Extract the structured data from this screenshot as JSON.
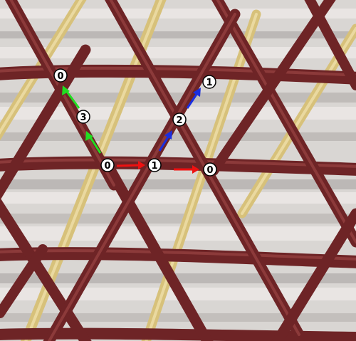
{
  "colors": {
    "background": "#d9d6d3",
    "stripe_light": "#ece9e7",
    "stripe_dark": "#9a9593",
    "brown_cord": "#6e2426",
    "brown_cord_highlight": "#8c3a3a",
    "yellow_cord": "#d7c17a",
    "yellow_cord_highlight": "#ead9a0",
    "arrow_green": "#22dd22",
    "arrow_red": "#ee1111",
    "arrow_blue": "#1a2ee0",
    "node_fill": "#ffffff",
    "node_text": "#000000"
  },
  "nodes": [
    {
      "id": "n0_green_start",
      "label": "0"
    },
    {
      "id": "n3_green",
      "label": "3"
    },
    {
      "id": "n0_green_end",
      "label": "0"
    },
    {
      "id": "n1_center",
      "label": "1"
    },
    {
      "id": "n0_red_end",
      "label": "0"
    },
    {
      "id": "n2_blue",
      "label": "2"
    },
    {
      "id": "n1_blue_end",
      "label": "1"
    }
  ],
  "arrows": [
    {
      "id": "green-arrow-1",
      "color": "arrow_green"
    },
    {
      "id": "green-arrow-2",
      "color": "arrow_green"
    },
    {
      "id": "red-arrow-1",
      "color": "arrow_red"
    },
    {
      "id": "red-arrow-2",
      "color": "arrow_red"
    },
    {
      "id": "blue-arrow-1",
      "color": "arrow_blue"
    },
    {
      "id": "blue-arrow-2",
      "color": "arrow_blue"
    }
  ]
}
